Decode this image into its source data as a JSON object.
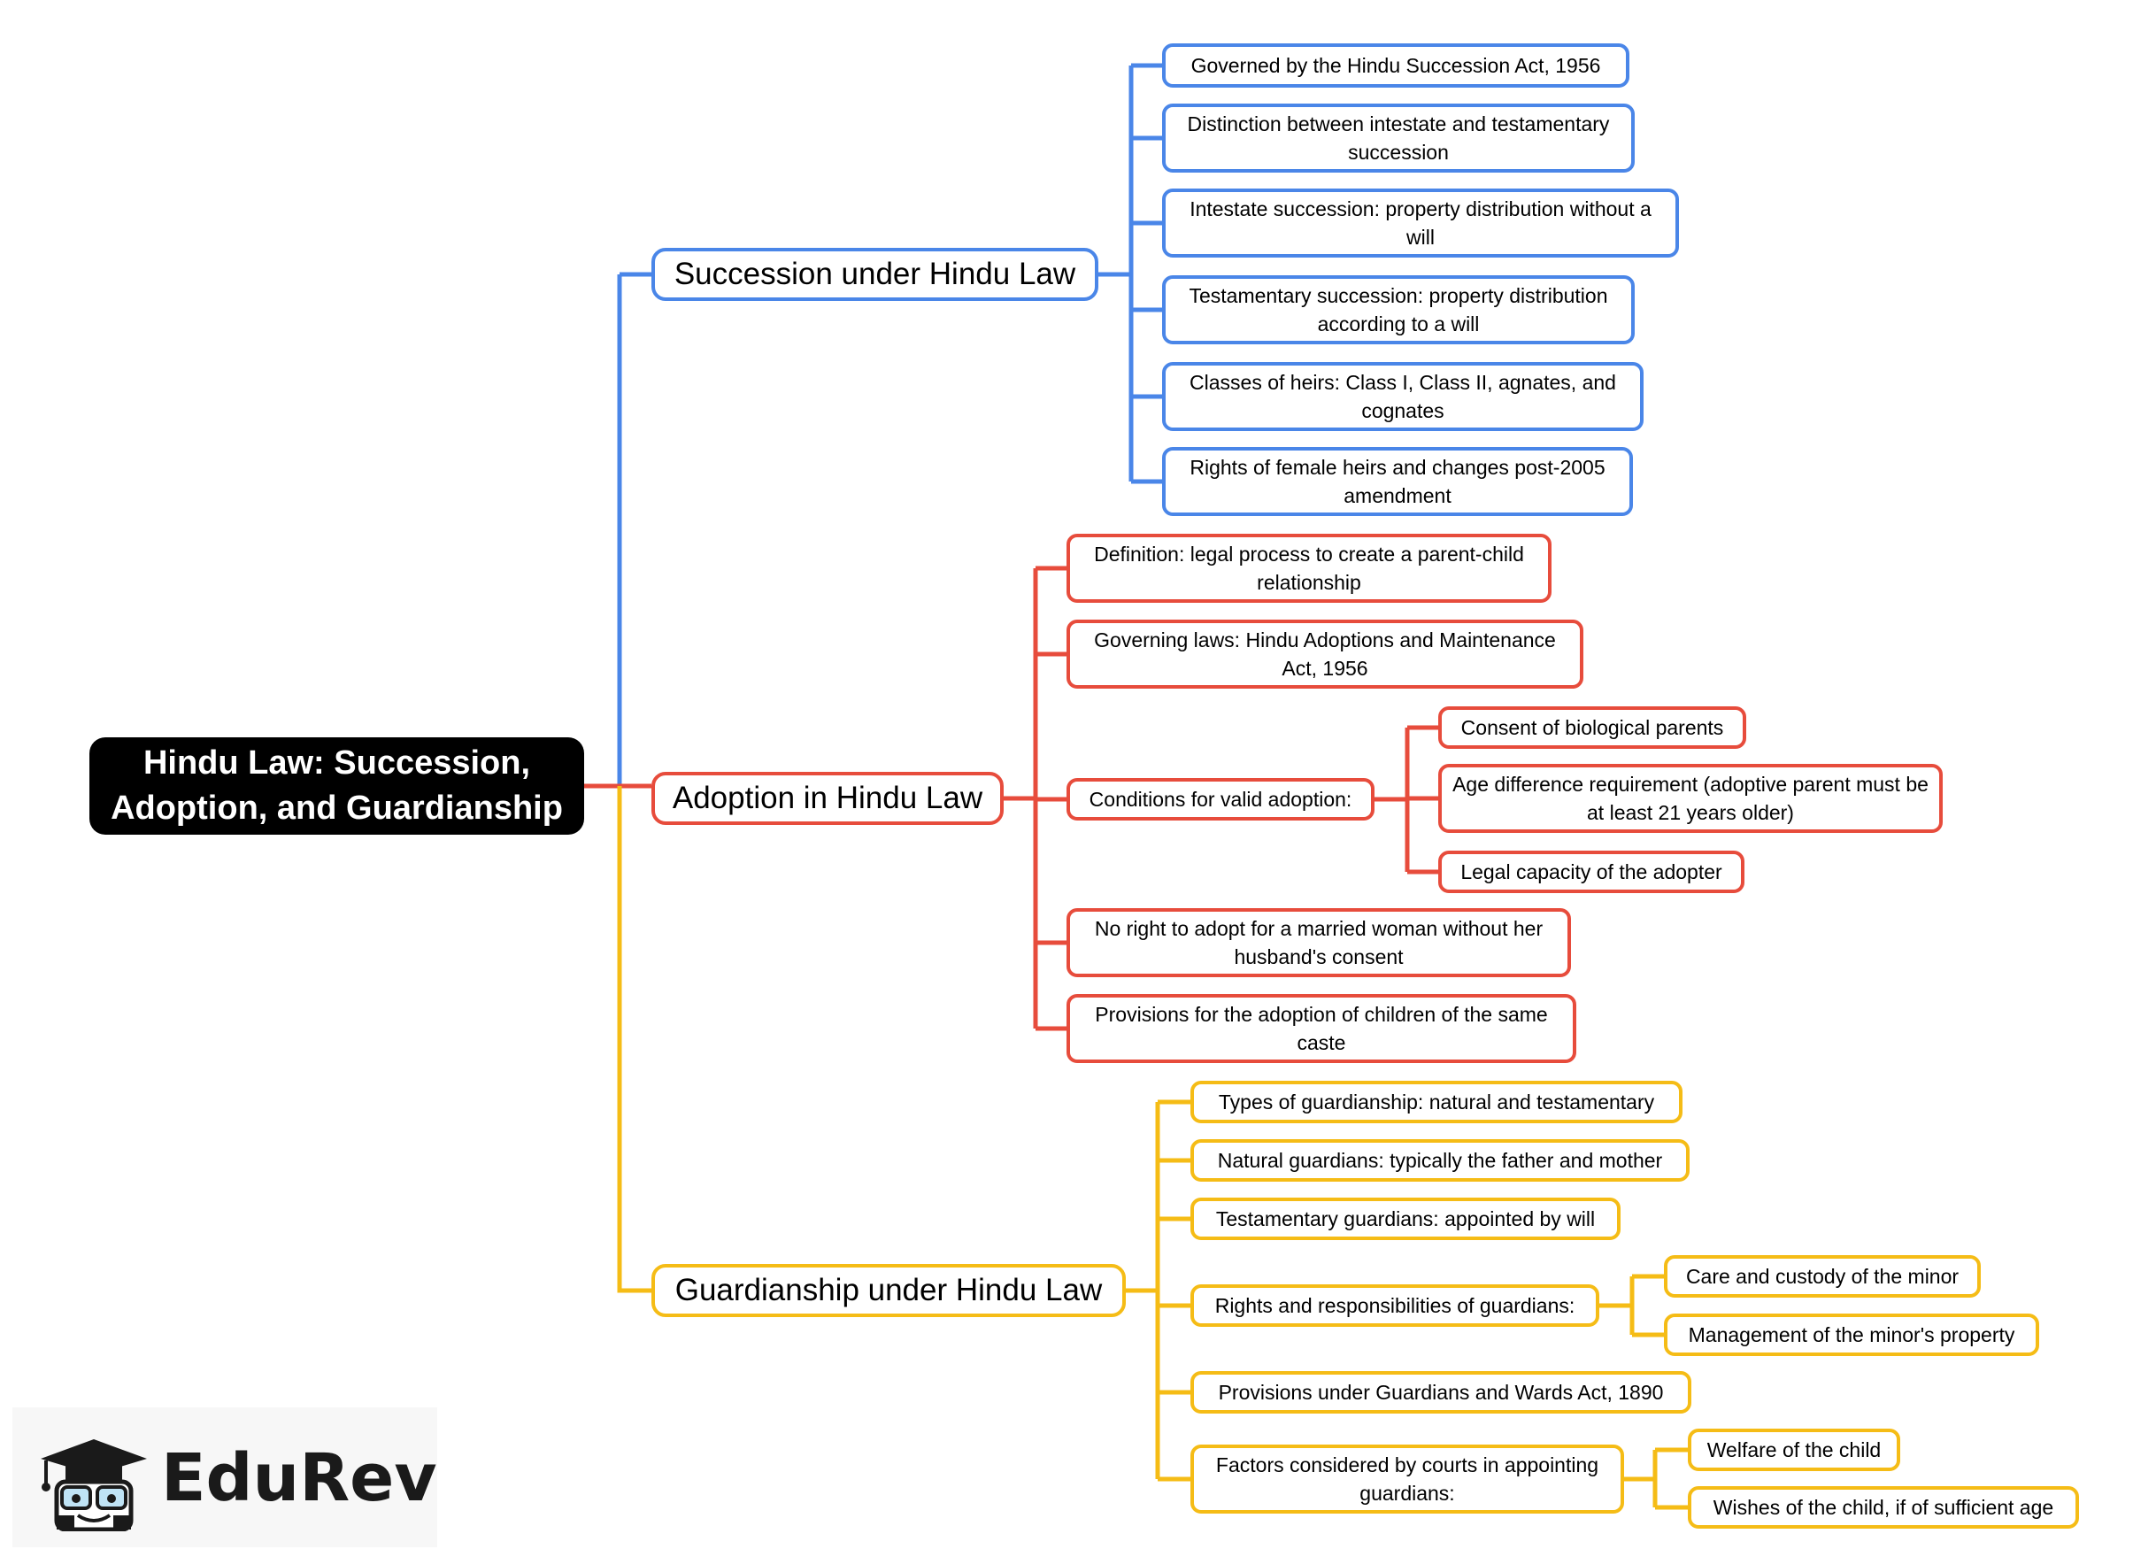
{
  "colors": {
    "root_bg": "#000000",
    "root_text": "#ffffff",
    "blue": "#4a86e8",
    "red": "#e74c3c",
    "yellow": "#f5bc16"
  },
  "root": {
    "title": "Hindu Law: Succession, Adoption, and Guardianship"
  },
  "branches": [
    {
      "title": "Succession under Hindu Law",
      "color": "blue",
      "items": [
        {
          "text": "Governed by the Hindu Succession Act, 1956"
        },
        {
          "text": "Distinction between intestate and testamentary succession"
        },
        {
          "text": "Intestate succession: property distribution without a will"
        },
        {
          "text": "Testamentary succession: property distribution according to a will"
        },
        {
          "text": "Classes of heirs: Class I, Class II, agnates, and cognates"
        },
        {
          "text": "Rights of female heirs and changes post-2005 amendment"
        }
      ]
    },
    {
      "title": "Adoption in Hindu Law",
      "color": "red",
      "items": [
        {
          "text": "Definition: legal process to create a parent-child relationship"
        },
        {
          "text": "Governing laws: Hindu Adoptions and Maintenance Act, 1956"
        },
        {
          "text": "Conditions for valid adoption:",
          "children": [
            "Consent of biological parents",
            "Age difference requirement (adoptive parent must be at least 21 years older)",
            "Legal capacity of the adopter"
          ]
        },
        {
          "text": "No right to adopt for a married woman without her husband's consent"
        },
        {
          "text": "Provisions for the adoption of children of the same caste"
        }
      ]
    },
    {
      "title": "Guardianship under Hindu Law",
      "color": "yellow",
      "items": [
        {
          "text": "Types of guardianship: natural and testamentary"
        },
        {
          "text": "Natural guardians: typically the father and mother"
        },
        {
          "text": "Testamentary guardians: appointed by will"
        },
        {
          "text": "Rights and responsibilities of guardians:",
          "children": [
            "Care and custody of the minor",
            "Management of the minor's property"
          ]
        },
        {
          "text": "Provisions under Guardians and Wards Act, 1890"
        },
        {
          "text": "Factors considered by courts in appointing guardians:",
          "children": [
            "Welfare of the child",
            "Wishes of the child, if of sufficient age"
          ]
        }
      ]
    }
  ],
  "logo": {
    "text": "EduRev",
    "icon": "graduation-cap-mascot-icon"
  }
}
